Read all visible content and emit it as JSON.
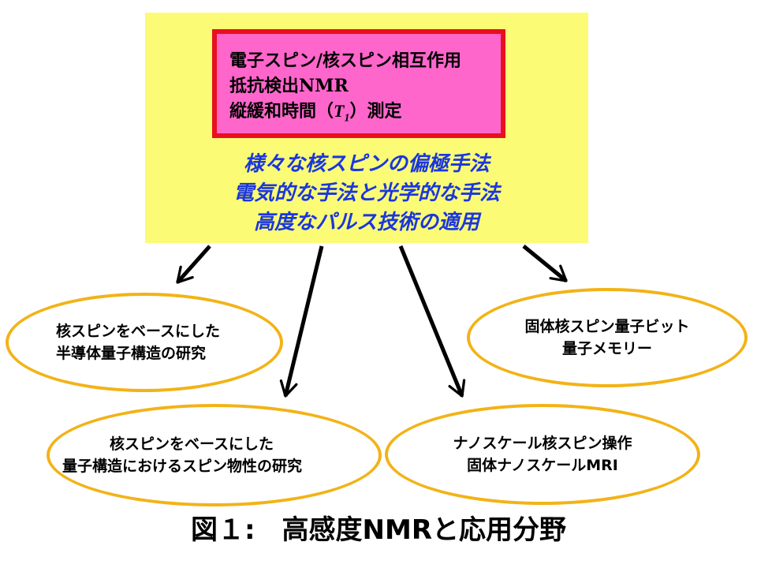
{
  "top_box": {
    "lines": [
      "電子スピン/核スピン相互作用",
      "抵抗検出NMR"
    ],
    "relaxation": {
      "prefix": "縦緩和時間（",
      "symbol": "T",
      "subscript": "1",
      "suffix": "）測定"
    }
  },
  "panel_text": {
    "lines": [
      "様々な核スピンの偏極手法",
      "電気的な手法と光学的な手法",
      "高度なパルス技術の適用"
    ]
  },
  "applications": {
    "semiconductor": {
      "lines": [
        "核スピンをベースにした",
        "半導体量子構造の研究"
      ]
    },
    "qubit": {
      "lines": [
        "固体核スピン量子ビット",
        "量子メモリー"
      ]
    },
    "spin_physics": {
      "lines": [
        "核スピンをベースにした",
        "量子構造におけるスピン物性の研究"
      ]
    },
    "nanoscale": {
      "lines": [
        "ナノスケール核スピン操作",
        "固体ナノスケールMRI"
      ]
    }
  },
  "caption": "図１:　高感度NMRと応用分野",
  "colors": {
    "panel": "#fbfb76",
    "box_fill": "#ff66cc",
    "box_border": "#e8101e",
    "blue_text": "#1a37dd",
    "oval_border": "#f2b317",
    "arrow": "#000000"
  }
}
